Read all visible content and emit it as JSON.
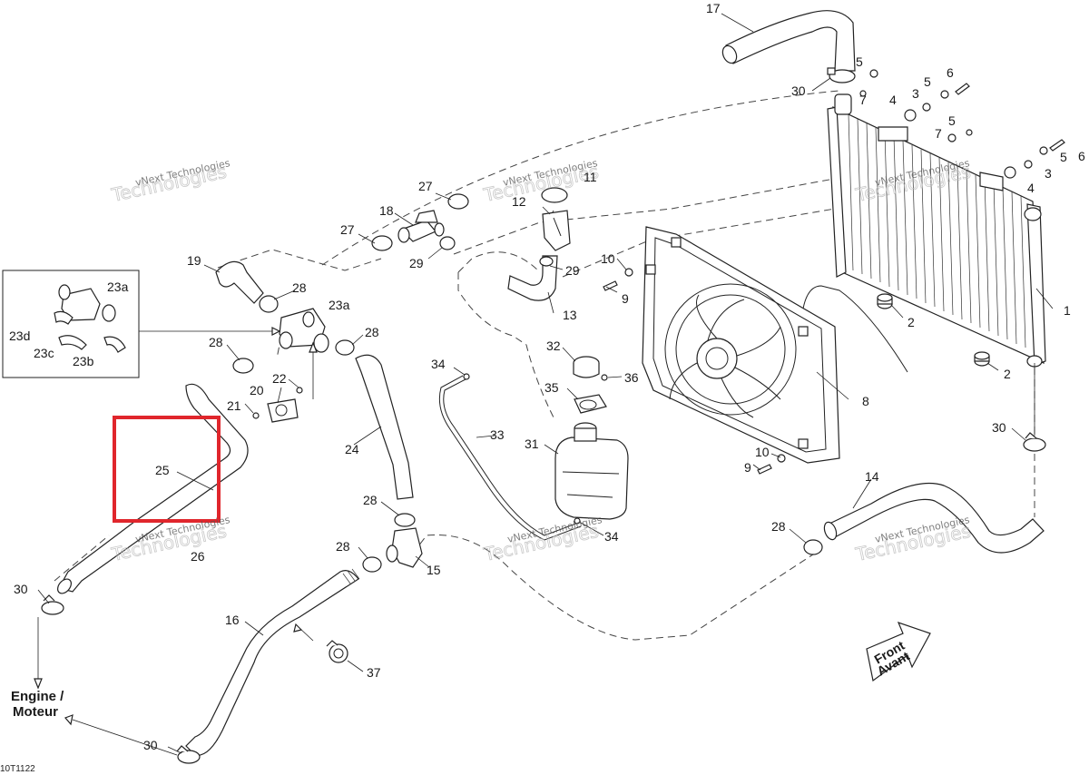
{
  "callouts": [
    {
      "id": "c1",
      "text": "1"
    },
    {
      "id": "c2a",
      "text": "2"
    },
    {
      "id": "c2b",
      "text": "2"
    },
    {
      "id": "c3a",
      "text": "3"
    },
    {
      "id": "c3b",
      "text": "3"
    },
    {
      "id": "c4a",
      "text": "4"
    },
    {
      "id": "c4b",
      "text": "4"
    },
    {
      "id": "c5a",
      "text": "5"
    },
    {
      "id": "c5b",
      "text": "5"
    },
    {
      "id": "c5c",
      "text": "5"
    },
    {
      "id": "c5d",
      "text": "5"
    },
    {
      "id": "c6a",
      "text": "6"
    },
    {
      "id": "c6b",
      "text": "6"
    },
    {
      "id": "c7a",
      "text": "7"
    },
    {
      "id": "c7b",
      "text": "7"
    },
    {
      "id": "c8",
      "text": "8"
    },
    {
      "id": "c9a",
      "text": "9"
    },
    {
      "id": "c9b",
      "text": "9"
    },
    {
      "id": "c10a",
      "text": "10"
    },
    {
      "id": "c10b",
      "text": "10"
    },
    {
      "id": "c11",
      "text": "11"
    },
    {
      "id": "c12",
      "text": "12"
    },
    {
      "id": "c13",
      "text": "13"
    },
    {
      "id": "c14",
      "text": "14"
    },
    {
      "id": "c15",
      "text": "15"
    },
    {
      "id": "c16",
      "text": "16"
    },
    {
      "id": "c17",
      "text": "17"
    },
    {
      "id": "c18",
      "text": "18"
    },
    {
      "id": "c19",
      "text": "19"
    },
    {
      "id": "c20",
      "text": "20"
    },
    {
      "id": "c21",
      "text": "21"
    },
    {
      "id": "c22",
      "text": "22"
    },
    {
      "id": "c23a1",
      "text": "23a"
    },
    {
      "id": "c23a2",
      "text": "23a"
    },
    {
      "id": "c23b",
      "text": "23b"
    },
    {
      "id": "c23c",
      "text": "23c"
    },
    {
      "id": "c23d",
      "text": "23d"
    },
    {
      "id": "c24",
      "text": "24"
    },
    {
      "id": "c25",
      "text": "25"
    },
    {
      "id": "c26",
      "text": "26"
    },
    {
      "id": "c27a",
      "text": "27"
    },
    {
      "id": "c27b",
      "text": "27"
    },
    {
      "id": "c28a",
      "text": "28"
    },
    {
      "id": "c28b",
      "text": "28"
    },
    {
      "id": "c28c",
      "text": "28"
    },
    {
      "id": "c28d",
      "text": "28"
    },
    {
      "id": "c28e",
      "text": "28"
    },
    {
      "id": "c28f",
      "text": "28"
    },
    {
      "id": "c29a",
      "text": "29"
    },
    {
      "id": "c29b",
      "text": "29"
    },
    {
      "id": "c30a",
      "text": "30"
    },
    {
      "id": "c30b",
      "text": "30"
    },
    {
      "id": "c30c",
      "text": "30"
    },
    {
      "id": "c30d",
      "text": "30"
    },
    {
      "id": "c31",
      "text": "31"
    },
    {
      "id": "c32",
      "text": "32"
    },
    {
      "id": "c33",
      "text": "33"
    },
    {
      "id": "c34a",
      "text": "34"
    },
    {
      "id": "c34b",
      "text": "34"
    },
    {
      "id": "c35",
      "text": "35"
    },
    {
      "id": "c36",
      "text": "36"
    },
    {
      "id": "c37",
      "text": "37"
    }
  ],
  "engine_label": {
    "line1": "Engine /",
    "line2": "Moteur"
  },
  "front_label": {
    "line1": "Front",
    "line2": "Avant"
  },
  "watermark": {
    "line1": "vNext Technologies",
    "line2": "Technologies"
  },
  "drawing_code": "10T1122",
  "colors": {
    "highlight": "#e0262c",
    "line": "#222222"
  }
}
